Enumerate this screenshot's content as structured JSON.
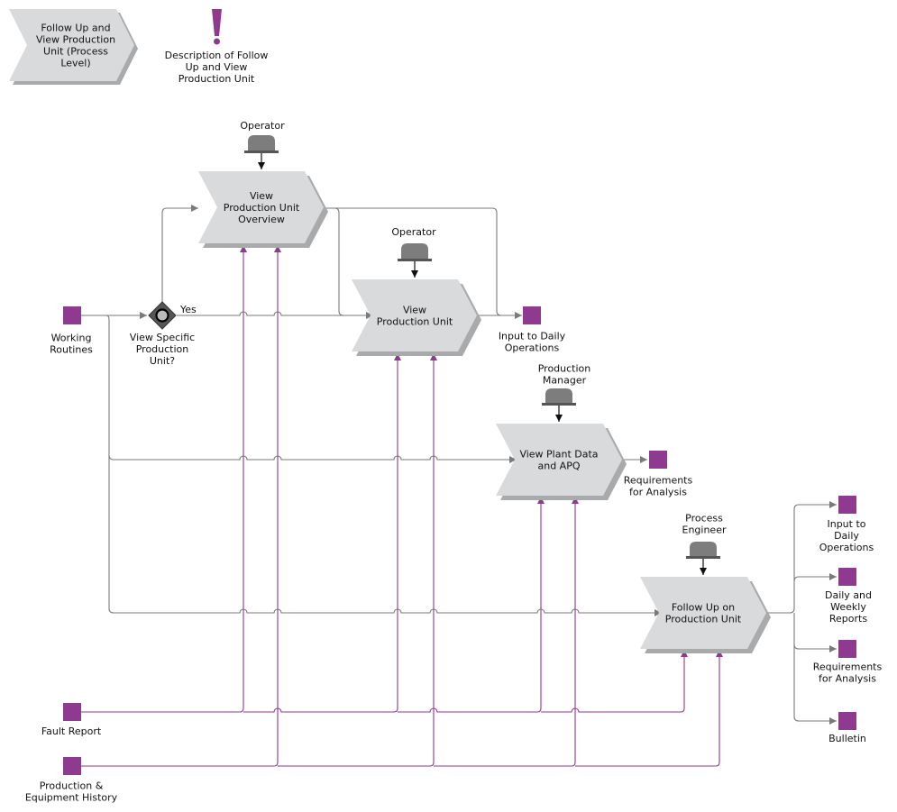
{
  "colors": {
    "process_fill": "#d9dadb",
    "process_shadow": "#a9aaab",
    "data_object": "#8e3a8e",
    "flow_gray": "#7a7a7a",
    "flow_purple": "#8e3a8e",
    "role_icon": "#7d7d7d",
    "exclamation": "#8e3a8e"
  },
  "header": {
    "process_title": [
      "Follow Up and",
      "View Production",
      "Unit (Process",
      "Level)"
    ],
    "description": [
      "Description of Follow",
      "Up and View",
      "Production Unit"
    ],
    "description_icon": "exclamation-icon"
  },
  "roles": {
    "r1": [
      "Operator"
    ],
    "r2": [
      "Operator"
    ],
    "r3": [
      "Production",
      "Manager"
    ],
    "r4": [
      "Process",
      "Engineer"
    ]
  },
  "processes": {
    "overview": [
      "View",
      "Production Unit",
      "Overview"
    ],
    "view_unit": [
      "View",
      "Production Unit"
    ],
    "plant_data": [
      "View Plant Data",
      "and APQ"
    ],
    "follow_up": [
      "Follow Up on",
      "Production Unit"
    ]
  },
  "gateway": {
    "label": [
      "View Specific",
      "Production",
      "Unit?"
    ],
    "yes_label": "Yes"
  },
  "data_objects": {
    "working_routines": [
      "Working",
      "Routines"
    ],
    "input_daily_1": [
      "Input to Daily",
      "Operations"
    ],
    "requirements_1": [
      "Requirements",
      "for Analysis"
    ],
    "fault_report": [
      "Fault Report"
    ],
    "history": [
      "Production &",
      "Equipment History"
    ],
    "input_daily_2": [
      "Input to",
      "Daily",
      "Operations"
    ],
    "daily_weekly": [
      "Daily and",
      "Weekly",
      "Reports"
    ],
    "requirements_2": [
      "Requirements",
      "for Analysis"
    ],
    "bulletin": [
      "Bulletin"
    ]
  }
}
